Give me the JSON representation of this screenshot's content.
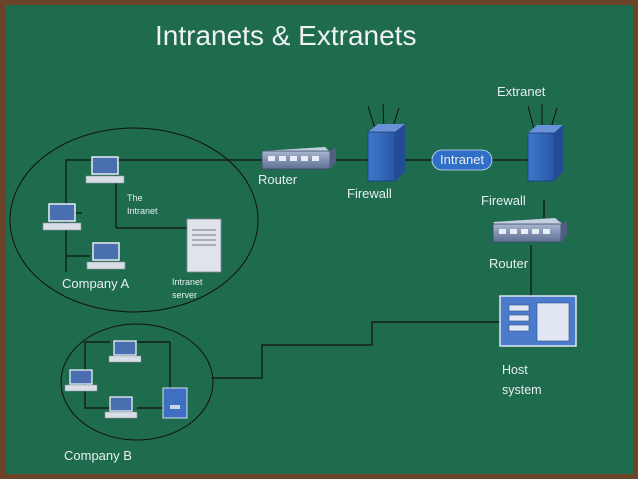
{
  "title": "Intranets & Extranets",
  "labels": {
    "extranet": "Extranet",
    "intranet_pill": "Intranet",
    "router_left": "Router",
    "firewall_left": "Firewall",
    "firewall_right": "Firewall",
    "router_right": "Router",
    "the_intranet_1": "The",
    "the_intranet_2": "Intranet",
    "company_a": "Company A",
    "intranet_server_1": "Intranet",
    "intranet_server_2": "server",
    "host_system_1": "Host",
    "host_system_2": "system",
    "company_b": "Company B"
  },
  "colors": {
    "board": "#1e6b4e",
    "frame": "#6b4427",
    "device_blue": "#3a6fc4",
    "line": "#1a1a1a"
  }
}
